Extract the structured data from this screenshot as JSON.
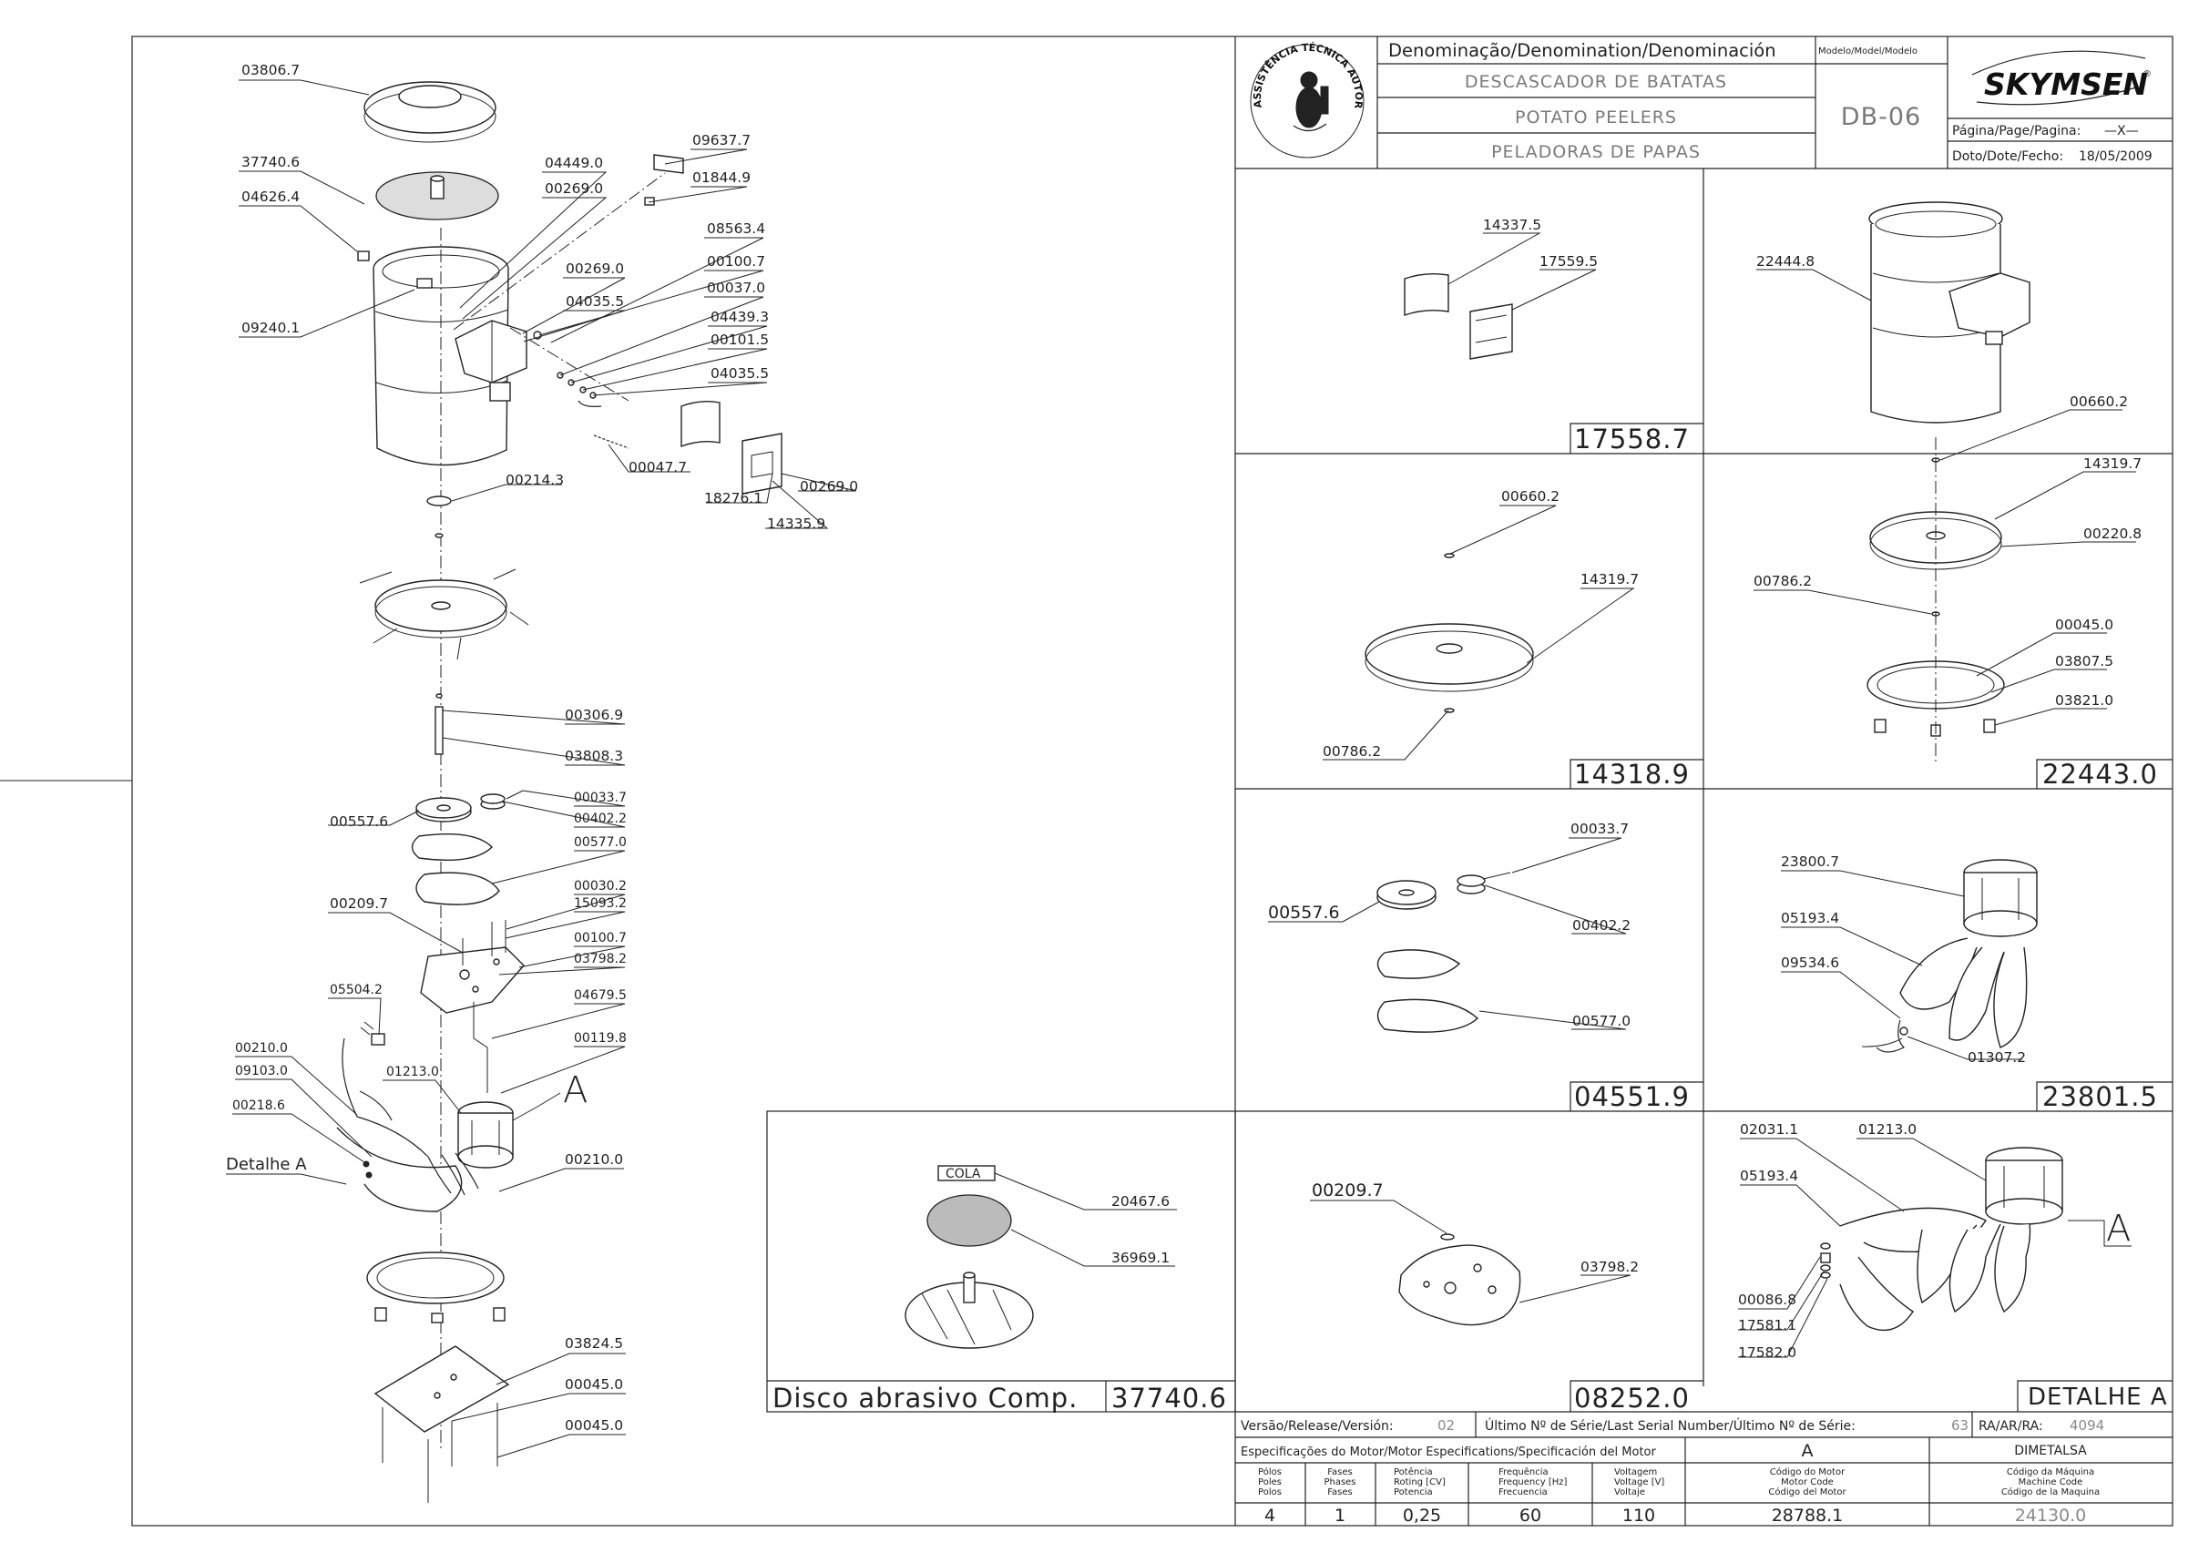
{
  "header": {
    "denomination_label": "Denominação/Denomination/Denominación",
    "model_label": "Modelo/Model/Modelo",
    "name_pt": "DESCASCADOR DE BATATAS",
    "name_en": "POTATO PEELERS",
    "name_es": "PELADORAS DE PAPAS",
    "model": "DB-06",
    "brand": "SKYMSEN",
    "brand_mark": "®",
    "page_label": "Página/Page/Pagina:",
    "page_value": "—X—",
    "date_label": "Doto/Dote/Fecho:",
    "date_value": "18/05/2009",
    "stamp_text": "ASSISTÊNCIA TÉCNICA AUTORIZADA"
  },
  "main_labels": {
    "l03806_7": "03806.7",
    "l37740_6": "37740.6",
    "l04626_4": "04626.4",
    "l09240_1": "09240.1",
    "l04449_0": "04449.0",
    "l00269_0a": "00269.0",
    "l09637_7": "09637.7",
    "l01844_9": "01844.9",
    "l08563_4": "08563.4",
    "l00100_7a": "00100.7",
    "l00037_0": "00037.0",
    "l04439_3": "04439.3",
    "l00101_5": "00101.5",
    "l00269_0b": "00269.0",
    "l04035_5a": "04035.5",
    "l04035_5b": "04035.5",
    "l00047_7": "00047.7",
    "l00269_0c": "00269.0",
    "l18276_1": "18276.1",
    "l14335_9": "14335.9",
    "l00214_3": "00214.3",
    "l00306_9": "00306.9",
    "l03808_3": "03808.3",
    "l00557_6": "00557.6",
    "l00033_7": "00033.7",
    "l00402_2": "00402.2",
    "l00577_0": "00577.0",
    "l00209_7": "00209.7",
    "l00030_2": "00030.2",
    "l15093_2": "15093.2",
    "l00100_7b": "00100.7",
    "l03798_2": "03798.2",
    "l05504_2": "05504.2",
    "l04679_5": "04679.5",
    "l00210_0a": "00210.0",
    "l00119_8": "00119.8",
    "l09103_0": "09103.0",
    "l01213_0": "01213.0",
    "l00218_6": "00218.6",
    "detail_a": "Detalhe  A",
    "l00210_0b": "00210.0",
    "marker_a": "A",
    "l03824_5": "03824.5",
    "l00045_0a": "00045.0",
    "l00045_0b": "00045.0"
  },
  "panels": {
    "p17558": {
      "code": "17558.7",
      "labels": [
        "14337.5",
        "17559.5"
      ]
    },
    "p22443": {
      "code": "22443.0",
      "labels": [
        "22444.8",
        "00660.2",
        "14319.7",
        "00220.8",
        "00786.2",
        "00045.0",
        "03807.5",
        "03821.0"
      ]
    },
    "p14318": {
      "code": "14318.9",
      "labels": [
        "00660.2",
        "14319.7",
        "00786.2"
      ]
    },
    "p04551": {
      "code": "04551.9",
      "labels": [
        "00033.7",
        "00557.6",
        "00402.2",
        "00577.0"
      ]
    },
    "p23801": {
      "code": "23801.5",
      "labels": [
        "23800.7",
        "05193.4",
        "09534.6",
        "01307.2"
      ]
    },
    "pdisco": {
      "caption": "Disco  abrasivo  Comp.",
      "code": "37740.6",
      "labels": [
        "COLA",
        "20467.6",
        "36969.1"
      ]
    },
    "p08252": {
      "code": "08252.0",
      "labels": [
        "00209.7",
        "03798.2"
      ]
    },
    "pdetalhe": {
      "code": "DETALHE  A",
      "marker": "A",
      "labels": [
        "02031.1",
        "01213.0",
        "05193.4",
        "00086.8",
        "17581.1",
        "17582.0"
      ]
    }
  },
  "footer": {
    "version_label": "Versão/Release/Versión:",
    "version_value": "02",
    "serial_label": "Último  Nº  de  Série/Last  Serial  Number/Último  Nº  de  Série:",
    "serial_value": "63",
    "ra_label": "RA/AR/RA:",
    "ra_value": "4094",
    "motor_spec_label": "Especificações  do  Motor/Motor  Especifications/Specificación  del  Motor",
    "motor_letter": "A",
    "motor_maker": "DIMETALSA",
    "cols": [
      [
        "Pólos",
        "Poles",
        "Polos"
      ],
      [
        "Fases",
        "Phases",
        "Fases"
      ],
      [
        "Potência",
        "Roting [CV]",
        "Potencia"
      ],
      [
        "Frequência",
        "Frequency [Hz]",
        "Frecuencia"
      ],
      [
        "Voltagem",
        "Voltage [V]",
        "Voltaje"
      ],
      [
        "Código do Motor",
        "Motor Code",
        "Código del Motor"
      ],
      [
        "Código da Máquina",
        "Machine Code",
        "Código de la Maquina"
      ]
    ],
    "values": [
      "4",
      "1",
      "0,25",
      "60",
      "110",
      "28788.1",
      "24130.0"
    ]
  }
}
